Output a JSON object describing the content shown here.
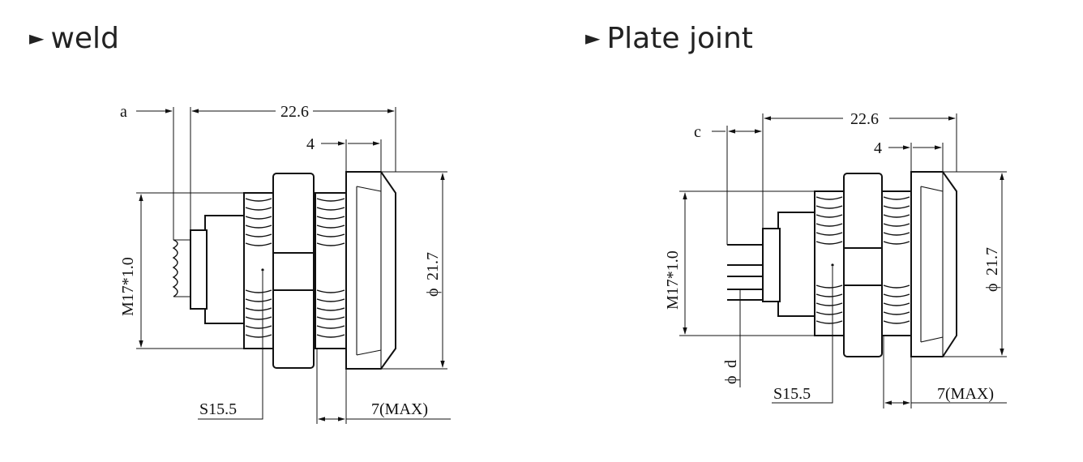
{
  "sections": {
    "left": {
      "title": "weld",
      "bullet": "►",
      "labels": {
        "a": "a",
        "length": "22.6",
        "four": "4",
        "thread": "M17*1.0",
        "diameter": "21.7",
        "diameter_symbol": "ϕ",
        "hex": "S15.5",
        "max": "7(MAX)"
      }
    },
    "right": {
      "title": "Plate joint",
      "bullet": "►",
      "labels": {
        "c": "c",
        "length": "22.6",
        "four": "4",
        "thread": "M17*1.0",
        "diameter": "21.7",
        "diameter_symbol": "ϕ",
        "pin": "d",
        "pin_symbol": "ϕ",
        "hex": "S15.5",
        "max": "7(MAX)"
      }
    }
  }
}
